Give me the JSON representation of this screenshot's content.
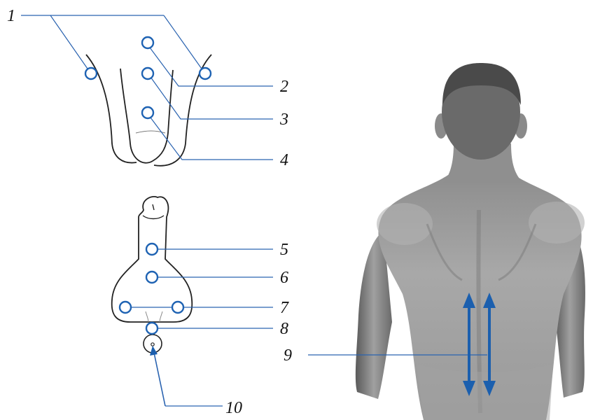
{
  "labels": {
    "l1": "1",
    "l2": "2",
    "l3": "3",
    "l4": "4",
    "l5": "5",
    "l6": "6",
    "l7": "7",
    "l8": "8",
    "l9": "9",
    "l10": "10"
  },
  "colors": {
    "point": "#1f63b3",
    "leader": "#2a63b0",
    "arrow": "#1b5fae",
    "outline": "#222222",
    "skin_light": "#bdbdbd",
    "skin_dark": "#6b6b6b",
    "hair": "#4a4a4a"
  }
}
